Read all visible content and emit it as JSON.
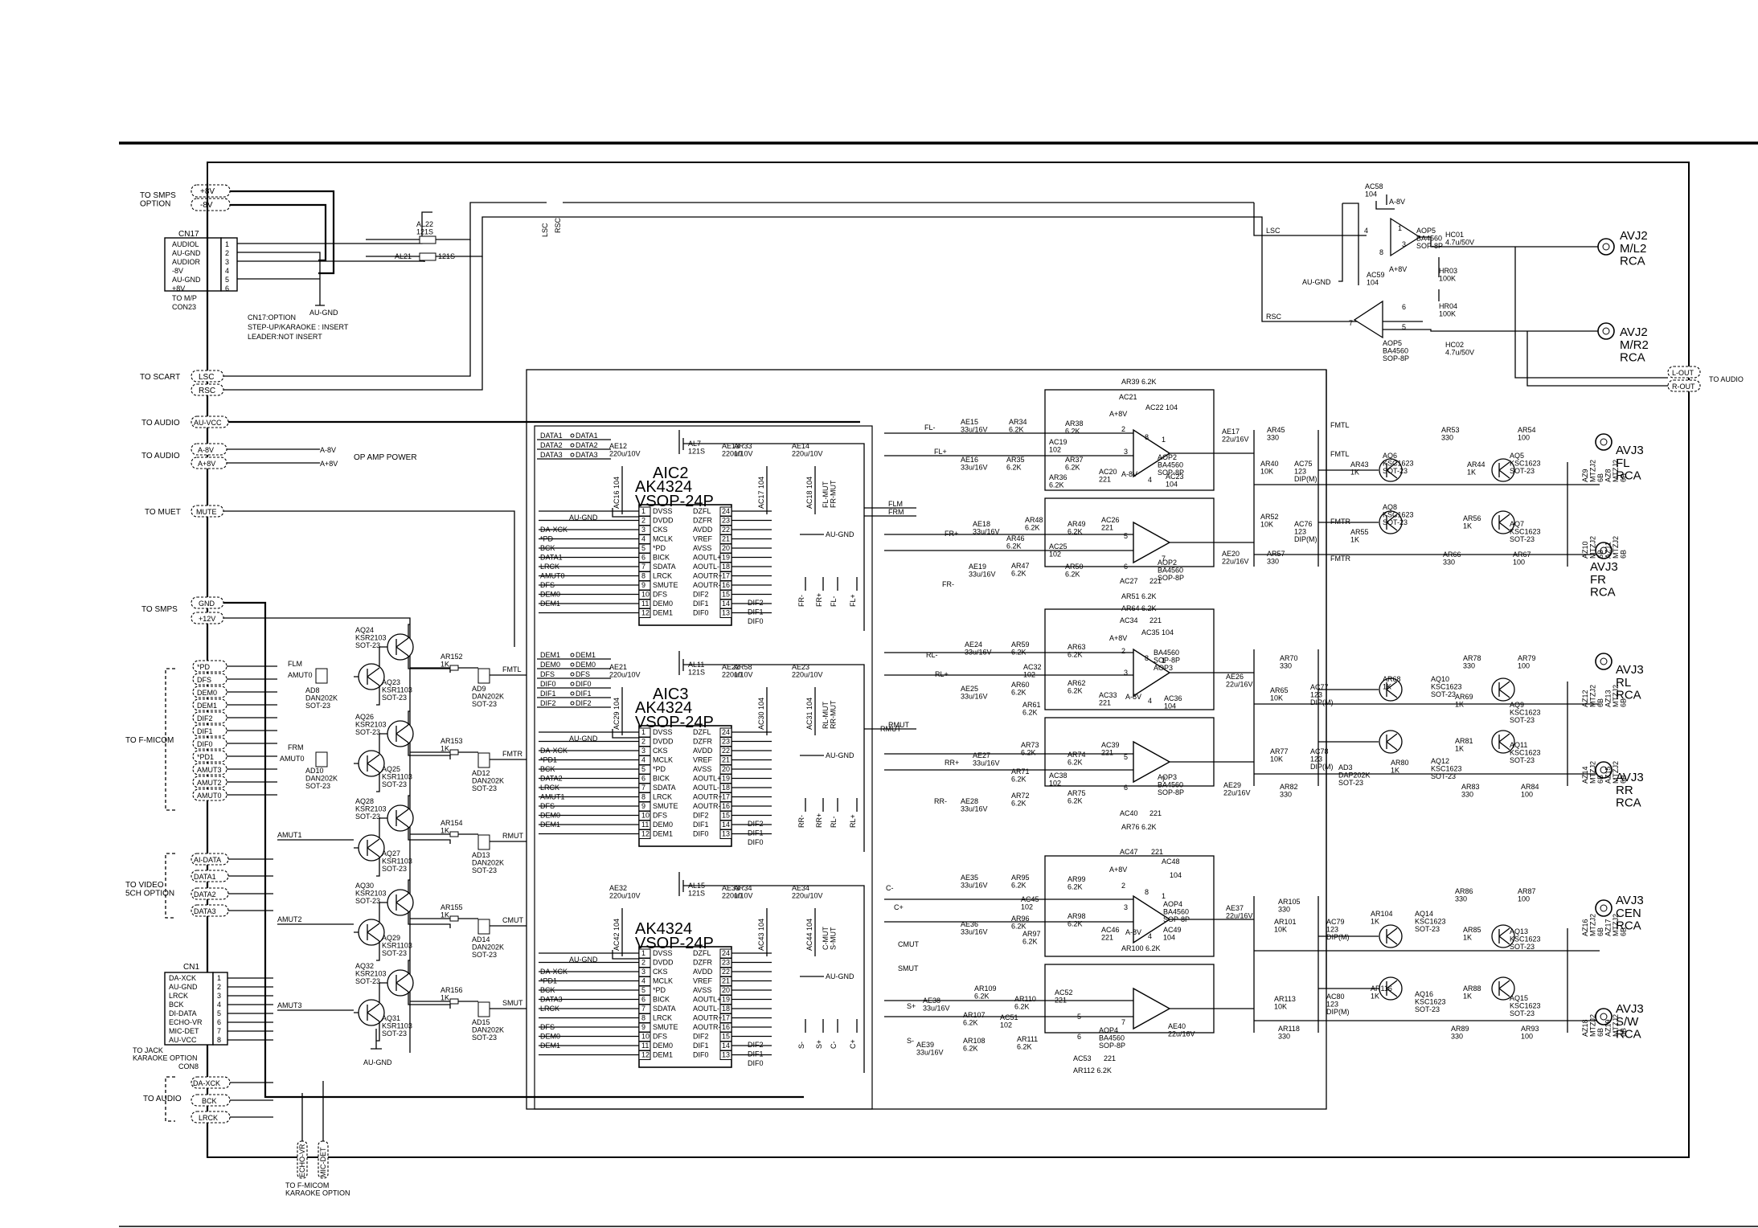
{
  "power": {
    "smps_title": "TO SMPS\nOPTION",
    "pins": [
      "+8V",
      "-8V"
    ]
  },
  "cn17": {
    "ref": "CN17",
    "pins": [
      {
        "label": "AUDIOL",
        "n": "1"
      },
      {
        "label": "AU-GND",
        "n": "2"
      },
      {
        "label": "AUDIOR",
        "n": "3"
      },
      {
        "label": "-8V",
        "n": "4"
      },
      {
        "label": "AU-GND",
        "n": "5"
      },
      {
        "label": "+8V",
        "n": "6"
      }
    ],
    "to": "TO M/P",
    "conn": "CON23",
    "notes": [
      "CN17:OPTION",
      "STEP-UP/KARAOKE : INSERT",
      "LEADER:NOT INSERT"
    ]
  },
  "left": {
    "scart_title": "TO SCART",
    "scart_pins": [
      "LSC",
      "RSC"
    ],
    "audio_title1": "TO AUDIO",
    "auvcc": "AU-VCC",
    "audio_title2": "TO AUDIO",
    "opamp_pins": [
      "A-8V",
      "A+8V"
    ],
    "opamp_power": "OP AMP POWER",
    "muet_title": "TO MUET",
    "mute": "MUTE",
    "smps_title": "TO SMPS",
    "smps_pins": [
      "GND",
      "+12V"
    ],
    "micom_title": "TO F-MICOM",
    "micom_pins": [
      "*PD",
      "DFS",
      "DEM0",
      "DEM1",
      "DIF2",
      "DIF1",
      "DIF0",
      "*PD1",
      "AMUT3",
      "AMUT2",
      "AMUT0"
    ],
    "video_title": "TO VIDEO\n5CH OPTION",
    "video_pins": [
      "AI-DATA",
      "DATA1",
      "DATA2",
      "DATA3"
    ],
    "audio_title3": "TO AUDIO",
    "audio_pins": [
      "DA-XCK",
      "BCK",
      "LRCK"
    ],
    "bottom_pins": [
      "ECHO-VR",
      "MIC-DET"
    ],
    "bottom_label": "TO F-MICOM\nKARAOKE OPTION"
  },
  "cn1": {
    "ref": "CN1",
    "pins": [
      {
        "label": "DA-XCK",
        "n": "1"
      },
      {
        "label": "AU-GND",
        "n": "2"
      },
      {
        "label": "LRCK",
        "n": "3"
      },
      {
        "label": "BCK",
        "n": "4"
      },
      {
        "label": "DI-DATA",
        "n": "5"
      },
      {
        "label": "ECHO-VR",
        "n": "6"
      },
      {
        "label": "MIC-DET",
        "n": "7"
      },
      {
        "label": "AU-VCC",
        "n": "8"
      }
    ],
    "to": "TO JACK\nKARAOKE OPTION",
    "conn": "CON8"
  },
  "inductors": {
    "al22": "AL22\n121S",
    "al21": "AL21",
    "al21v": "121S",
    "lsc": "LSC",
    "rsc": "RSC"
  },
  "mute_ckt": {
    "flm": "FLM",
    "amut0": "AMUT0",
    "ad8": "AD8\nDAN202K\nSOT-23",
    "frm": "FRM",
    "amut0b": "AMUT0",
    "ad10": "AD10\nDAN202K\nSOT-23",
    "amut1": "AMUT1",
    "amut2": "AMUT2",
    "amut3": "AMUT3",
    "gnd": "AU-GND",
    "transistors": [
      {
        "top": "AQ24\nKSR2103\nSOT-23",
        "bot": "AQ23\nKSR1103\nSOT-23"
      },
      {
        "top": "AQ26\nKSR2103\nSOT-23",
        "bot": "AQ25\nKSR1103\nSOT-23"
      },
      {
        "top": "AQ28\nKSR2103\nSOT-23",
        "bot": "AQ27\nKSR1103\nSOT-23"
      },
      {
        "top": "AQ30\nKSR2103\nSOT-23",
        "bot": "AQ29\nKSR1103\nSOT-23"
      },
      {
        "top": "AQ32\nKSR2103\nSOT-23",
        "bot": "AQ31\nKSR1103\nSOT-23"
      }
    ],
    "resistors": [
      "AR152\n1K",
      "AR153\n1K",
      "AR154\n1K",
      "AR155\n1K",
      "AR156\n1K"
    ],
    "diodes": [
      {
        "ref": "AD9\nDAN202K\nSOT-23",
        "out": "FMTL"
      },
      {
        "ref": "AD12\nDAN202K\nSOT-23",
        "out": "FMTR"
      },
      {
        "ref": "AD13\nDAN202K\nSOT-23",
        "out": "RMUT"
      },
      {
        "ref": "AD14\nDAN202K\nSOT-23",
        "out": "CMUT"
      },
      {
        "ref": "AD15\nDAN202K\nSOT-23",
        "out": "SMUT"
      }
    ]
  },
  "dac1": {
    "bus_in": [
      "DATA1",
      "DATA2",
      "DATA3"
    ],
    "bus_out": [
      "DATA1",
      "DATA2",
      "DATA3"
    ],
    "ref": "AIC2",
    "part": "AK4324",
    "pkg": "VSOP-24P",
    "al": "AL7\n121S",
    "caps": [
      "AE12\n220u/10V",
      "AE13\n220u/10V",
      "AR33\n10",
      "AE14\n220u/10V"
    ],
    "vcaps": [
      "AC16 104",
      "AC17 104",
      "AC18 104"
    ],
    "mut": "FL-MUT\nFR-MUT",
    "gnd": "AU-GND",
    "gnd2": "AU-GND",
    "sig_in": [
      "DA-XCK",
      "*PD",
      "BCK",
      "DATA1",
      "LRCK",
      "AMUT0",
      "DFS",
      "DEM0",
      "DEM1"
    ],
    "left_pins": [
      {
        "n": "1",
        "name": "DVSS"
      },
      {
        "n": "2",
        "name": "DVDD"
      },
      {
        "n": "3",
        "name": "CKS"
      },
      {
        "n": "4",
        "name": "MCLK"
      },
      {
        "n": "5",
        "name": "*PD"
      },
      {
        "n": "6",
        "name": "BICK"
      },
      {
        "n": "7",
        "name": "SDATA"
      },
      {
        "n": "8",
        "name": "LRCK"
      },
      {
        "n": "9",
        "name": "SMUTE"
      },
      {
        "n": "10",
        "name": "DFS"
      },
      {
        "n": "11",
        "name": "DEM0"
      },
      {
        "n": "12",
        "name": "DEM1"
      }
    ],
    "right_pins": [
      {
        "n": "24",
        "name": "DZFL"
      },
      {
        "n": "23",
        "name": "DZFR"
      },
      {
        "n": "22",
        "name": "AVDD"
      },
      {
        "n": "21",
        "name": "VREF"
      },
      {
        "n": "20",
        "name": "AVSS"
      },
      {
        "n": "19",
        "name": "AOUTL+"
      },
      {
        "n": "18",
        "name": "AOUTL-"
      },
      {
        "n": "17",
        "name": "AOUTR+"
      },
      {
        "n": "16",
        "name": "AOUTR-"
      },
      {
        "n": "15",
        "name": "DIF2"
      },
      {
        "n": "14",
        "name": "DIF1"
      },
      {
        "n": "13",
        "name": "DIF0"
      }
    ],
    "dif_out": [
      "DIF2",
      "DIF1",
      "DIF0"
    ],
    "outs": [
      "FLM",
      "FRM"
    ],
    "vert_labels": [
      "FR-",
      "FR+",
      "FL-",
      "FL+"
    ]
  },
  "dac2": {
    "bus_in": [
      "DEM1",
      "DEM0",
      "DFS",
      "DIF0",
      "DIF1",
      "DIF2"
    ],
    "bus_out": [
      "DEM1",
      "DEM0",
      "DFS",
      "DIF0",
      "DIF1",
      "DIF2"
    ],
    "ref": "AIC3",
    "part": "AK4324",
    "pkg": "VSOP-24P",
    "al": "AL11\n121S",
    "caps": [
      "AE21\n220u/10V",
      "AE22\n220u/10V",
      "AR58\n10",
      "AE23\n220u/10V"
    ],
    "vcaps": [
      "AC29 104",
      "AC30 104",
      "AC31 104"
    ],
    "mut": "RL-MUT\nRR-MUT",
    "gnd": "AU-GND",
    "gnd2": "AU-GND",
    "sig_in": [
      "DA-XCK",
      "*PD1",
      "BCK",
      "DATA2",
      "LRCK",
      "AMUT1",
      "DFS",
      "DEM0",
      "DEM1"
    ],
    "left_pins": [
      {
        "n": "1",
        "name": "DVSS"
      },
      {
        "n": "2",
        "name": "DVDD"
      },
      {
        "n": "3",
        "name": "CKS"
      },
      {
        "n": "4",
        "name": "MCLK"
      },
      {
        "n": "5",
        "name": "*PD"
      },
      {
        "n": "6",
        "name": "BICK"
      },
      {
        "n": "7",
        "name": "SDATA"
      },
      {
        "n": "8",
        "name": "LRCK"
      },
      {
        "n": "9",
        "name": "SMUTE"
      },
      {
        "n": "10",
        "name": "DFS"
      },
      {
        "n": "11",
        "name": "DEM0"
      },
      {
        "n": "12",
        "name": "DEM1"
      }
    ],
    "right_pins": [
      {
        "n": "24",
        "name": "DZFL"
      },
      {
        "n": "23",
        "name": "DZFR"
      },
      {
        "n": "22",
        "name": "AVDD"
      },
      {
        "n": "21",
        "name": "VREF"
      },
      {
        "n": "20",
        "name": "AVSS"
      },
      {
        "n": "19",
        "name": "AOUTL+"
      },
      {
        "n": "18",
        "name": "AOUTL-"
      },
      {
        "n": "17",
        "name": "AOUTR+"
      },
      {
        "n": "16",
        "name": "AOUTR-"
      },
      {
        "n": "15",
        "name": "DIF2"
      },
      {
        "n": "14",
        "name": "DIF1"
      },
      {
        "n": "13",
        "name": "DIF0"
      }
    ],
    "dif_out": [
      "DIF2",
      "DIF1",
      "DIF0"
    ],
    "outs": [
      "RMUT"
    ],
    "vert_labels": [
      "RR-",
      "RR+",
      "RL-",
      "RL+"
    ]
  },
  "dac3": {
    "ref": "",
    "part": "AK4324",
    "pkg": "VSOP-24P",
    "al": "AL15\n121S",
    "caps": [
      "AE32\n220u/10V",
      "AE33\n220u/10V",
      "AR34\n10",
      "AE34\n220u/10V"
    ],
    "vcaps": [
      "AC42 104",
      "AC43 104",
      "AC44 104"
    ],
    "mut": "C-MUT\nS-MUT",
    "gnd": "AU-GND",
    "gnd2": "AU-GND",
    "sig_in": [
      "DA-XCK",
      "*PD1",
      "BCK",
      "DATA3",
      "LRCK",
      "",
      "DFS",
      "DEM0",
      "DEM1"
    ],
    "left_pins": [
      {
        "n": "1",
        "name": "DVSS"
      },
      {
        "n": "2",
        "name": "DVDD"
      },
      {
        "n": "3",
        "name": "CKS"
      },
      {
        "n": "4",
        "name": "MCLK"
      },
      {
        "n": "5",
        "name": "*PD"
      },
      {
        "n": "6",
        "name": "BICK"
      },
      {
        "n": "7",
        "name": "SDATA"
      },
      {
        "n": "8",
        "name": "LRCK"
      },
      {
        "n": "9",
        "name": "SMUTE"
      },
      {
        "n": "10",
        "name": "DFS"
      },
      {
        "n": "11",
        "name": "DEM0"
      },
      {
        "n": "12",
        "name": "DEM1"
      }
    ],
    "right_pins": [
      {
        "n": "24",
        "name": "DZFL"
      },
      {
        "n": "23",
        "name": "DZFR"
      },
      {
        "n": "22",
        "name": "AVDD"
      },
      {
        "n": "21",
        "name": "VREF"
      },
      {
        "n": "20",
        "name": "AVSS"
      },
      {
        "n": "19",
        "name": "AOUTL+"
      },
      {
        "n": "18",
        "name": "AOUTL-"
      },
      {
        "n": "17",
        "name": "AOUTR+"
      },
      {
        "n": "16",
        "name": "AOUTR-"
      },
      {
        "n": "15",
        "name": "DIF2"
      },
      {
        "n": "14",
        "name": "DIF1"
      },
      {
        "n": "13",
        "name": "DIF0"
      }
    ],
    "dif_out": [
      "DIF2",
      "DIF1",
      "DIF0"
    ],
    "outs": [],
    "vert_labels": [
      "S-",
      "S+",
      "C-",
      "C+"
    ]
  },
  "stereo": {
    "lsc": "LSC",
    "rsc": "RSC",
    "ac58": "AC58\n104",
    "a8v_neg": "A-8V",
    "a8v_pos": "A+8V",
    "aop5": "AOP5\nBA4560\nSOP-8P",
    "aop5b": "AOP5\nBA4560\nSOP-8P",
    "ac59": "AC59\n104",
    "augnd": "AU-GND",
    "hc01": "HC01\n4.7u/50V",
    "hr03": "HR03\n100K",
    "hr04": "HR04\n100K",
    "hc02": "HC02\n4.7u/50V",
    "pin4": "4",
    "pin3": "3",
    "pin8": "8",
    "pin1": "1",
    "pin6": "6",
    "pin7": "7",
    "pin5": "5",
    "jack1": "AVJ2\nM/L2\nRCA",
    "jack2": "AVJ2\nM/R2\nRCA",
    "lout": "L-OUT",
    "rout": "R-OUT",
    "to_audio": "TO AUDIO"
  },
  "fl_fr": {
    "fl_minus": "FL-",
    "fl_plus": "FL+",
    "fr_plus": "FR+",
    "fr_minus": "FR-",
    "ae15": "AE15\n33u/16V",
    "ae16": "AE16\n33u/16V",
    "ae18": "AE18\n33u/16V",
    "ae19": "AE19\n33u/16V",
    "ar34": "AR34\n6.2K",
    "ar35": "AR35\n6.2K",
    "ar46": "AR46\n6.2K",
    "ar47": "AR47\n6.2K",
    "ar39": "AR39 6.2K",
    "ac21": "AC21",
    "ac22": "AC22 104",
    "a8v": "A+8V",
    "ar38": "AR38\n6.2K",
    "ac19": "AC19\n102",
    "ar37": "AR37\n6.2K",
    "ar36": "AR36\n6.2K",
    "ac20": "AC20\n221",
    "aop2": "AOP2\nBA4560\nSOP-8P",
    "ac23": "AC23\n104",
    "a8vn": "A-8V",
    "ar48": "AR48\n6.2K",
    "ar49": "AR49\n6.2K",
    "ac26": "AC26\n221",
    "ac25": "AC25\n102",
    "ar50": "AR50\n6.2K",
    "aop2b": "AOP2\nBA4560\nSOP-8P",
    "ac27": "AC27",
    "ac27v": "221",
    "ar51": "AR51 6.2K",
    "ae17": "AE17\n22u/16V",
    "ae20": "AE20\n22u/16V",
    "ar45": "AR45\n330",
    "ar40": "AR40\n10K",
    "ac75": "AC75\n123\nDIP(M)",
    "ar52": "AR52\n10K",
    "ac76": "AC76\n123\nDIP(M)",
    "ar57": "AR57\n330",
    "fmtl": "FMTL",
    "fmtr": "FMTR",
    "fmtl2": "FMTL",
    "fmtr2": "FMTR",
    "ar43": "AR43\n1K",
    "aq6": "AQ6\nKSC1623\nSOT-23",
    "ar53": "AR53\n330",
    "ar44": "AR44\n1K",
    "aq5": "AQ5\nKSC1623\nSOT-23",
    "ar54": "AR54\n100",
    "ar55": "AR55\n1K",
    "aq8": "AQ8\nKSC1623\nSOT-23",
    "ar56": "AR56\n1K",
    "aq7": "AQ7\nKSC1623\nSOT-23",
    "ar66": "AR66\n330",
    "ar67": "AR67\n100",
    "az1": "AZ9\nMTZJ2\n6B\nAZ8\nMTZJ2\n6B",
    "az2": "AZ10\nMTZJ2\n6B\nAZ11\nMTZJ2\n6B",
    "jack1": "AVJ3\nFL\nRCA",
    "jack2": "AVJ3\nFR\nRCA",
    "p3": "3",
    "p2": "2",
    "p8": "8",
    "p1": "1",
    "p4": "4",
    "p5": "5",
    "p6": "6",
    "p7": "7"
  },
  "rl_rr": {
    "rl_minus": "RL-",
    "rl_plus": "RL+",
    "rr_plus": "RR+",
    "rr_minus": "RR-",
    "rmut": "RMUT",
    "ae24": "AE24\n33u/16V",
    "ae25": "AE25\n33u/16V",
    "ae27": "AE27\n33u/16V",
    "ae28": "AE28\n33u/16V",
    "ar59": "AR59\n6.2K",
    "ar60": "AR60\n6.2K",
    "ar71": "AR71\n6.2K",
    "ar72": "AR72\n6.2K",
    "ar64": "AR64 6.2K",
    "ac34": "AC34",
    "ac34v": "221",
    "ac35": "AC35 104",
    "a8v": "A+8V",
    "ar63": "AR63\n6.2K",
    "ac32": "AC32\n102",
    "ar62": "AR62\n6.2K",
    "ar61": "AR61\n6.2K",
    "ac33": "AC33\n221",
    "aop3": "BA4560\nSOP-8P\nAOP3",
    "ac36": "AC36\n104",
    "a8vn": "A-8V",
    "ar73": "AR73\n6.2K",
    "ac39": "AC39\n221",
    "ar74": "AR74\n6.2K",
    "ac38": "AC38\n102",
    "ar75": "AR75\n6.2K",
    "aop3b": "AOP3\nBA4560\nSOP-8P",
    "ac40": "AC40",
    "ac40v": "221",
    "ar76": "AR76 6.2K",
    "ae26": "AE26\n22u/16V",
    "ae29": "AE29\n22u/16V",
    "ar70": "AR70\n330",
    "ar65": "AR65\n10K",
    "ac77": "AC77\n123\nDIP(M)",
    "ar77": "AR77\n10K",
    "ac78": "AC78\n123\nDIP(M)",
    "ar82": "AR82\n330",
    "ad3": "AD3\nDAP202K\nSOT-23",
    "ar68": "AR68\n1K",
    "aq10": "AQ10\nKSC1623\nSOT-23",
    "ar78": "AR78\n330",
    "ar69": "AR69\n1K",
    "aq9": "AQ9\nKSC1623\nSOT-23",
    "ar79": "AR79\n100",
    "ar80": "AR80\n1K",
    "aq12": "AQ12\nKSC1623\nSOT-23",
    "ar81": "AR81\n1K",
    "aq11": "AQ11\nKSC1623\nSOT-23",
    "ar83": "AR83\n330",
    "ar84": "AR84\n100",
    "az1": "AZ12\nMTZJ2\n6B\nAZ13\nMTZJ2\n6B",
    "az2": "AZ14\nMTZJ2\n6B\nAZ15\nMTZJ2\n6B",
    "jack1": "AVJ3\nRL\nRCA",
    "jack2": "AVJ3\nRR\nRCA",
    "p3": "3",
    "p2": "2",
    "p8": "8",
    "p1": "1",
    "p4": "4",
    "p5": "5",
    "p6": "6",
    "p7": "7"
  },
  "c_sw": {
    "c_minus": "C-",
    "c_plus": "C+",
    "cmut": "CMUT",
    "smut": "SMUT",
    "s_plus": "S+",
    "s_minus": "S-",
    "ae35": "AE35\n33u/16V",
    "ae36": "AE36\n33u/16V",
    "ar95": "AR95\n6.2K",
    "ar96": "AR96\n6.2K",
    "ac47": "AC47",
    "ac47v": "221",
    "ac48": "AC48",
    "ac48v": "104",
    "a8v": "A+8V",
    "ar99": "AR99\n6.2K",
    "ac45": "AC45\n102",
    "ar98": "AR98\n6.2K",
    "ar97": "AR97\n6.2K",
    "ac46": "AC46\n221",
    "aop4": "AOP4\nBA4560\nSOP-8P",
    "ac49": "AC49\n104",
    "a8vn": "A-8V",
    "ar100": "AR100 6.2K",
    "ae37": "AE37\n22u/16V",
    "ar105": "AR105\n330",
    "ar101": "AR101\n10K",
    "ac79": "AC79\n123\nDIP(M)",
    "ar104": "AR104\n1K",
    "aq14": "AQ14\nKSC1623\nSOT-23",
    "ar86": "AR86\n330",
    "ar85": "AR85\n1K",
    "aq13": "AQ13\nKSC1623\nSOT-23",
    "ar87": "AR87\n100",
    "ae38": "AE38\n33u/16V",
    "ae39": "AE39\n33u/16V",
    "ar109": "AR109\n6.2K",
    "ar107": "AR107\n6.2K",
    "ar108": "AR108\n6.2K",
    "ar110": "AR110\n6.2K",
    "ac51": "AC51\n102",
    "ar111": "AR111\n6.2K",
    "ac52": "AC52\n221",
    "aop4b": "AOP4\nBA4560\nSOP-8P",
    "ac53": "AC53",
    "ac53v": "221",
    "ar112": "AR112 6.2K",
    "ae40": "AE40\n22u/16V",
    "ar113": "AR113\n10K",
    "ar118": "AR118\n330",
    "ac80": "AC80\n123\nDIP(M)",
    "ar116": "AR116\n1K",
    "aq16": "AQ16\nKSC1623\nSOT-23",
    "ar88": "AR88\n1K",
    "aq15": "AQ15\nKSC1623\nSOT-23",
    "ar89": "AR89\n330",
    "ar93": "AR93\n100",
    "az1": "AZ16\nMTZJ2\n6B\nAZ17\nMTZJ2\n6B",
    "az2": "AZ18\nMTZJ2\n6B\nAZ19\nMTZJ2\n6B",
    "jack1": "AVJ3\nCEN\nRCA",
    "jack2": "AVJ3\nS/W\nRCA",
    "p3": "3",
    "p2": "2",
    "p8": "8",
    "p1": "1",
    "p4": "4",
    "p5": "5",
    "p6": "6",
    "p7": "7"
  }
}
